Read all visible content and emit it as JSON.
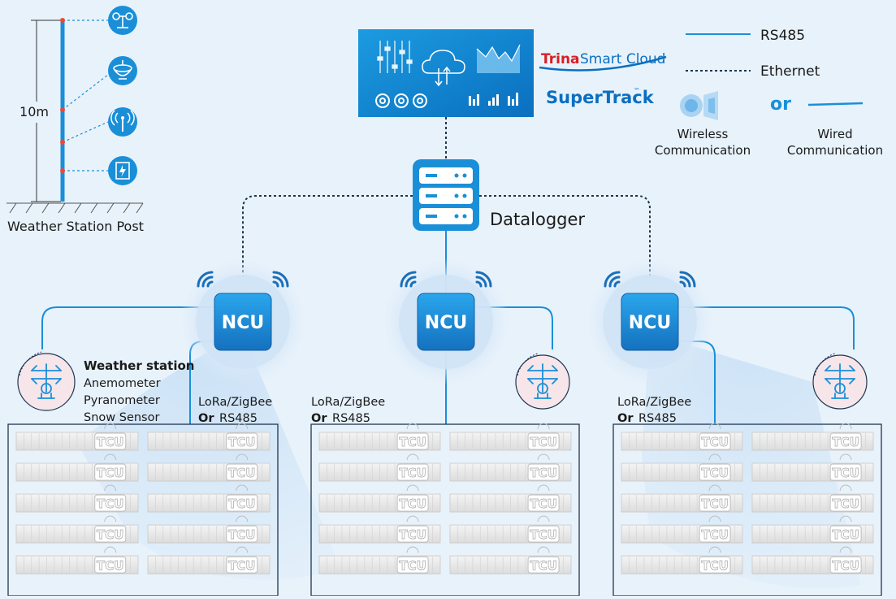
{
  "weather_post": {
    "height_label": "10m",
    "caption": "Weather Station Post",
    "icons": [
      "wind-vane-icon",
      "rain-gauge-icon",
      "antenna-icon",
      "solar-panel-icon"
    ]
  },
  "cloud": {
    "brand_prefix": "Trina",
    "brand_suffix": "Smart Cloud",
    "product": "SuperTrack",
    "product_mark": "™"
  },
  "legend": {
    "rs485": "RS485",
    "ethernet": "Ethernet",
    "or": "or",
    "wireless_line1": "Wireless",
    "wireless_line2": "Communication",
    "wired_line1": "Wired",
    "wired_line2": "Communication"
  },
  "datalogger": {
    "label": "Datalogger"
  },
  "ncu": {
    "label": "NCU"
  },
  "weather_station": {
    "title": "Weather station",
    "items": [
      "Anemometer",
      "Pyranometer",
      "Snow Sensor"
    ]
  },
  "link": {
    "line1": "LoRa/ZigBee",
    "or_word": "Or",
    "rs485": "RS485"
  },
  "tcu": {
    "label": "TCU"
  },
  "colors": {
    "background": "#e8f2fb",
    "accent": "#1a8fd8",
    "line": "#2a7fbf",
    "ethernet": "#1f3550",
    "alert_dot": "#e84a3a",
    "brand_red": "#d71f26",
    "brand_blue": "#0a6fc2"
  }
}
